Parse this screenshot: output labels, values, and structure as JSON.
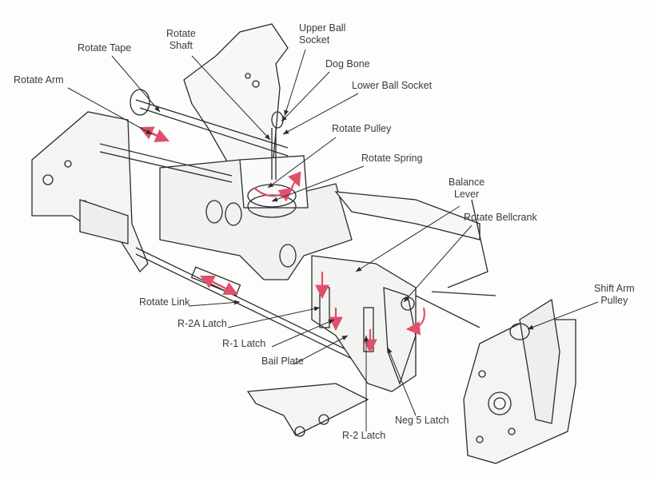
{
  "colors": {
    "ink": "#2b2b2b",
    "label": "#3a3a3a",
    "motion_arrow": "#e0506a"
  },
  "labels": {
    "rotate_tape": "Rotate Tape",
    "rotate_arm": "Rotate Arm",
    "rotate_shaft": [
      "Rotate",
      "Shaft"
    ],
    "upper_ball_socket": [
      "Upper Ball",
      "Socket"
    ],
    "dog_bone": "Dog Bone",
    "lower_ball_socket": "Lower Ball Socket",
    "rotate_pulley": "Rotate Pulley",
    "rotate_spring": "Rotate Spring",
    "balance_lever": [
      "Balance",
      "Lever"
    ],
    "rotate_bellcrank": "Rotate Bellcrank",
    "shift_arm_pulley": [
      "Shift Arm",
      "Pulley"
    ],
    "rotate_link": "Rotate Link",
    "r2a_latch": "R-2A Latch",
    "r1_latch": "R-1 Latch",
    "bail_plate": "Bail Plate",
    "neg5_latch": "Neg 5 Latch",
    "r2_latch": "R-2 Latch"
  }
}
